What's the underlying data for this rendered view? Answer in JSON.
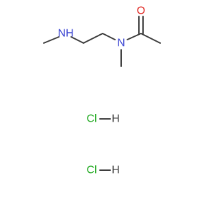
{
  "molecule": {
    "atoms": {
      "amine_nitrogen": "NH",
      "amide_nitrogen": "N",
      "carbonyl_oxygen": "O"
    },
    "salts": [
      {
        "chlorine": "Cl",
        "hydrogen": "H"
      },
      {
        "chlorine": "Cl",
        "hydrogen": "H"
      }
    ]
  },
  "colors": {
    "bond": "#3c3c3c",
    "nitrogen": "#3c46d2",
    "oxygen": "#e0231e",
    "chlorine": "#1ea81e",
    "hydrogen": "#3c3c3c"
  }
}
